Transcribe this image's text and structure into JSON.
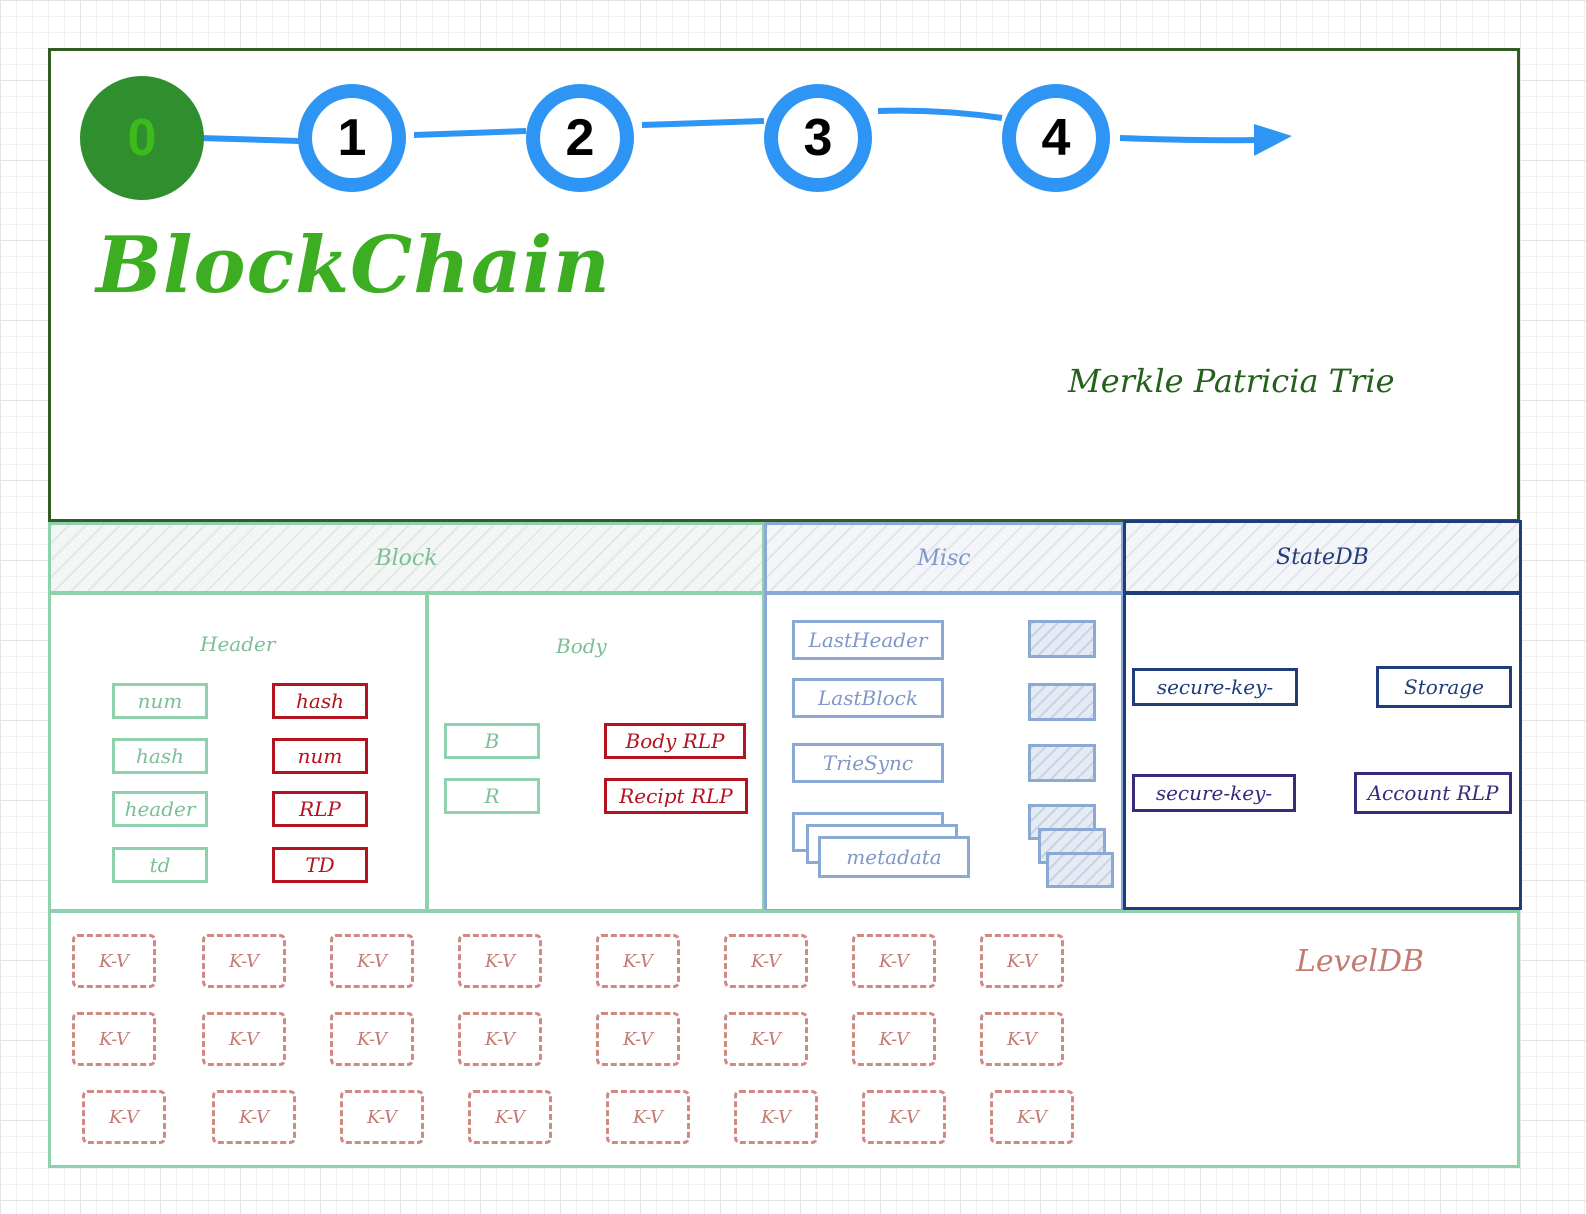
{
  "chain": {
    "blocks": [
      "0",
      "1",
      "2",
      "3",
      "4"
    ],
    "colors": {
      "genesis": "#2f8e2d",
      "block_ring": "#2f95f4",
      "link": "#2f95f4"
    }
  },
  "title": "BlockChain",
  "subtitle": "Merkle Patricia Trie",
  "sections": {
    "block": "Block",
    "misc": "Misc",
    "statedb": "StateDB"
  },
  "header_panel": {
    "label": "Header",
    "rows": [
      {
        "key": "num",
        "value": "hash"
      },
      {
        "key": "hash",
        "value": "num"
      },
      {
        "key": "header",
        "value": "RLP"
      },
      {
        "key": "td",
        "value": "TD"
      }
    ]
  },
  "body_panel": {
    "label": "Body",
    "rows": [
      {
        "key": "B",
        "value": "Body RLP"
      },
      {
        "key": "R",
        "value": "Recipt RLP"
      }
    ]
  },
  "misc_panel": {
    "rows": [
      "LastHeader",
      "LastBlock",
      "TrieSync",
      "metadata"
    ]
  },
  "state_panel": {
    "rows": [
      {
        "key": "secure-key-",
        "value": "Storage"
      },
      {
        "key": "secure-key-",
        "value": "Account RLP"
      }
    ]
  },
  "leveldb": {
    "label": "LevelDB",
    "kv_label": "K-V",
    "rows": 3,
    "per_row": 8
  },
  "colors": {
    "title_green": "#3dae22",
    "block_green": "#8fd0ad",
    "value_red": "#b3121f",
    "misc_blue": "#8aa9d4",
    "state_navy": "#1f3d7a",
    "kv_red": "#d08a84"
  }
}
